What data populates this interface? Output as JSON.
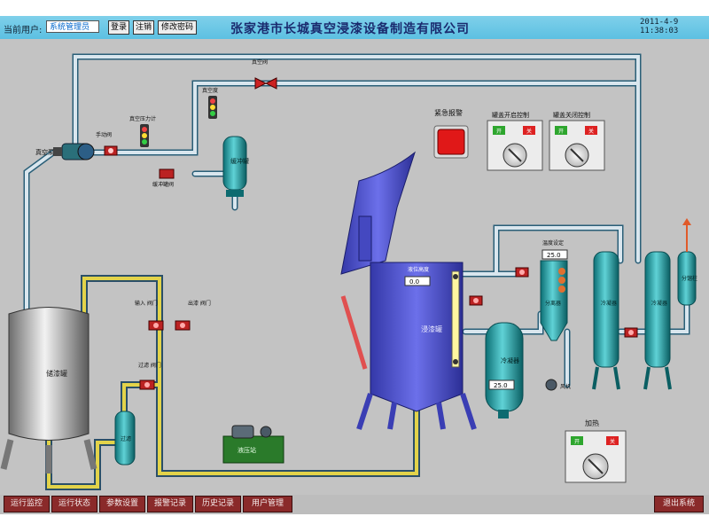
{
  "header": {
    "login_label": "当前用户:",
    "user_value": "系统管理员",
    "buttons": [
      "登录",
      "注销",
      "修改密码"
    ],
    "company": "张家港市长城真空浸漆设备制造有限公司",
    "date": "2011-4-9",
    "time": "11:38:03"
  },
  "labels": {
    "vacuum_pump": "真空泵",
    "valve_ab": "手动\n阀",
    "vacuum_valve": "真空阀",
    "gauge1": "真空压力计",
    "gauge2": "真空度",
    "buffer": "缓冲罐",
    "buffer_valve": "缓冲罐阀",
    "storage_tank": "储漆罐",
    "valve_in": "输入\n阀门",
    "valve_out": "出漆\n阀门",
    "filter_valve": "过滤\n阀门",
    "small_filter": "过滤",
    "main_tank": "浸漆罐",
    "level_label": "液位高度",
    "alarm": "紧急报警",
    "lid_ctrl_1": "罐盖开启控制",
    "lid_ctrl_2": "罐盖关闭控制",
    "heater": "加热",
    "hydraulic": "液压站",
    "cooler": "冷凝器",
    "condenser_a": "冷凝器",
    "condenser_b": "冷凝器",
    "column": "分馏柱",
    "separator": "分离器",
    "temp_label": "温度设定",
    "fan_label": "风机"
  },
  "readouts": {
    "level": "0.0",
    "temp_top": "25.0",
    "temp_low": "25.0"
  },
  "switches": {
    "on": "开",
    "off": "关"
  },
  "bottom_buttons": [
    "运行监控",
    "运行状态",
    "参数设置",
    "报警记录",
    "历史记录",
    "用户管理"
  ],
  "exit_button": "退出系统",
  "colors": {
    "title_bg": "#5cc0e2",
    "pipe_yellow": "#e2d34a",
    "vessel_teal": "#1aa3a8",
    "tank_blue": "#4a4fd0",
    "alarm_red": "#e01818",
    "hydraulic_green": "#2a7a2a",
    "button_red": "#8a2a2a"
  }
}
